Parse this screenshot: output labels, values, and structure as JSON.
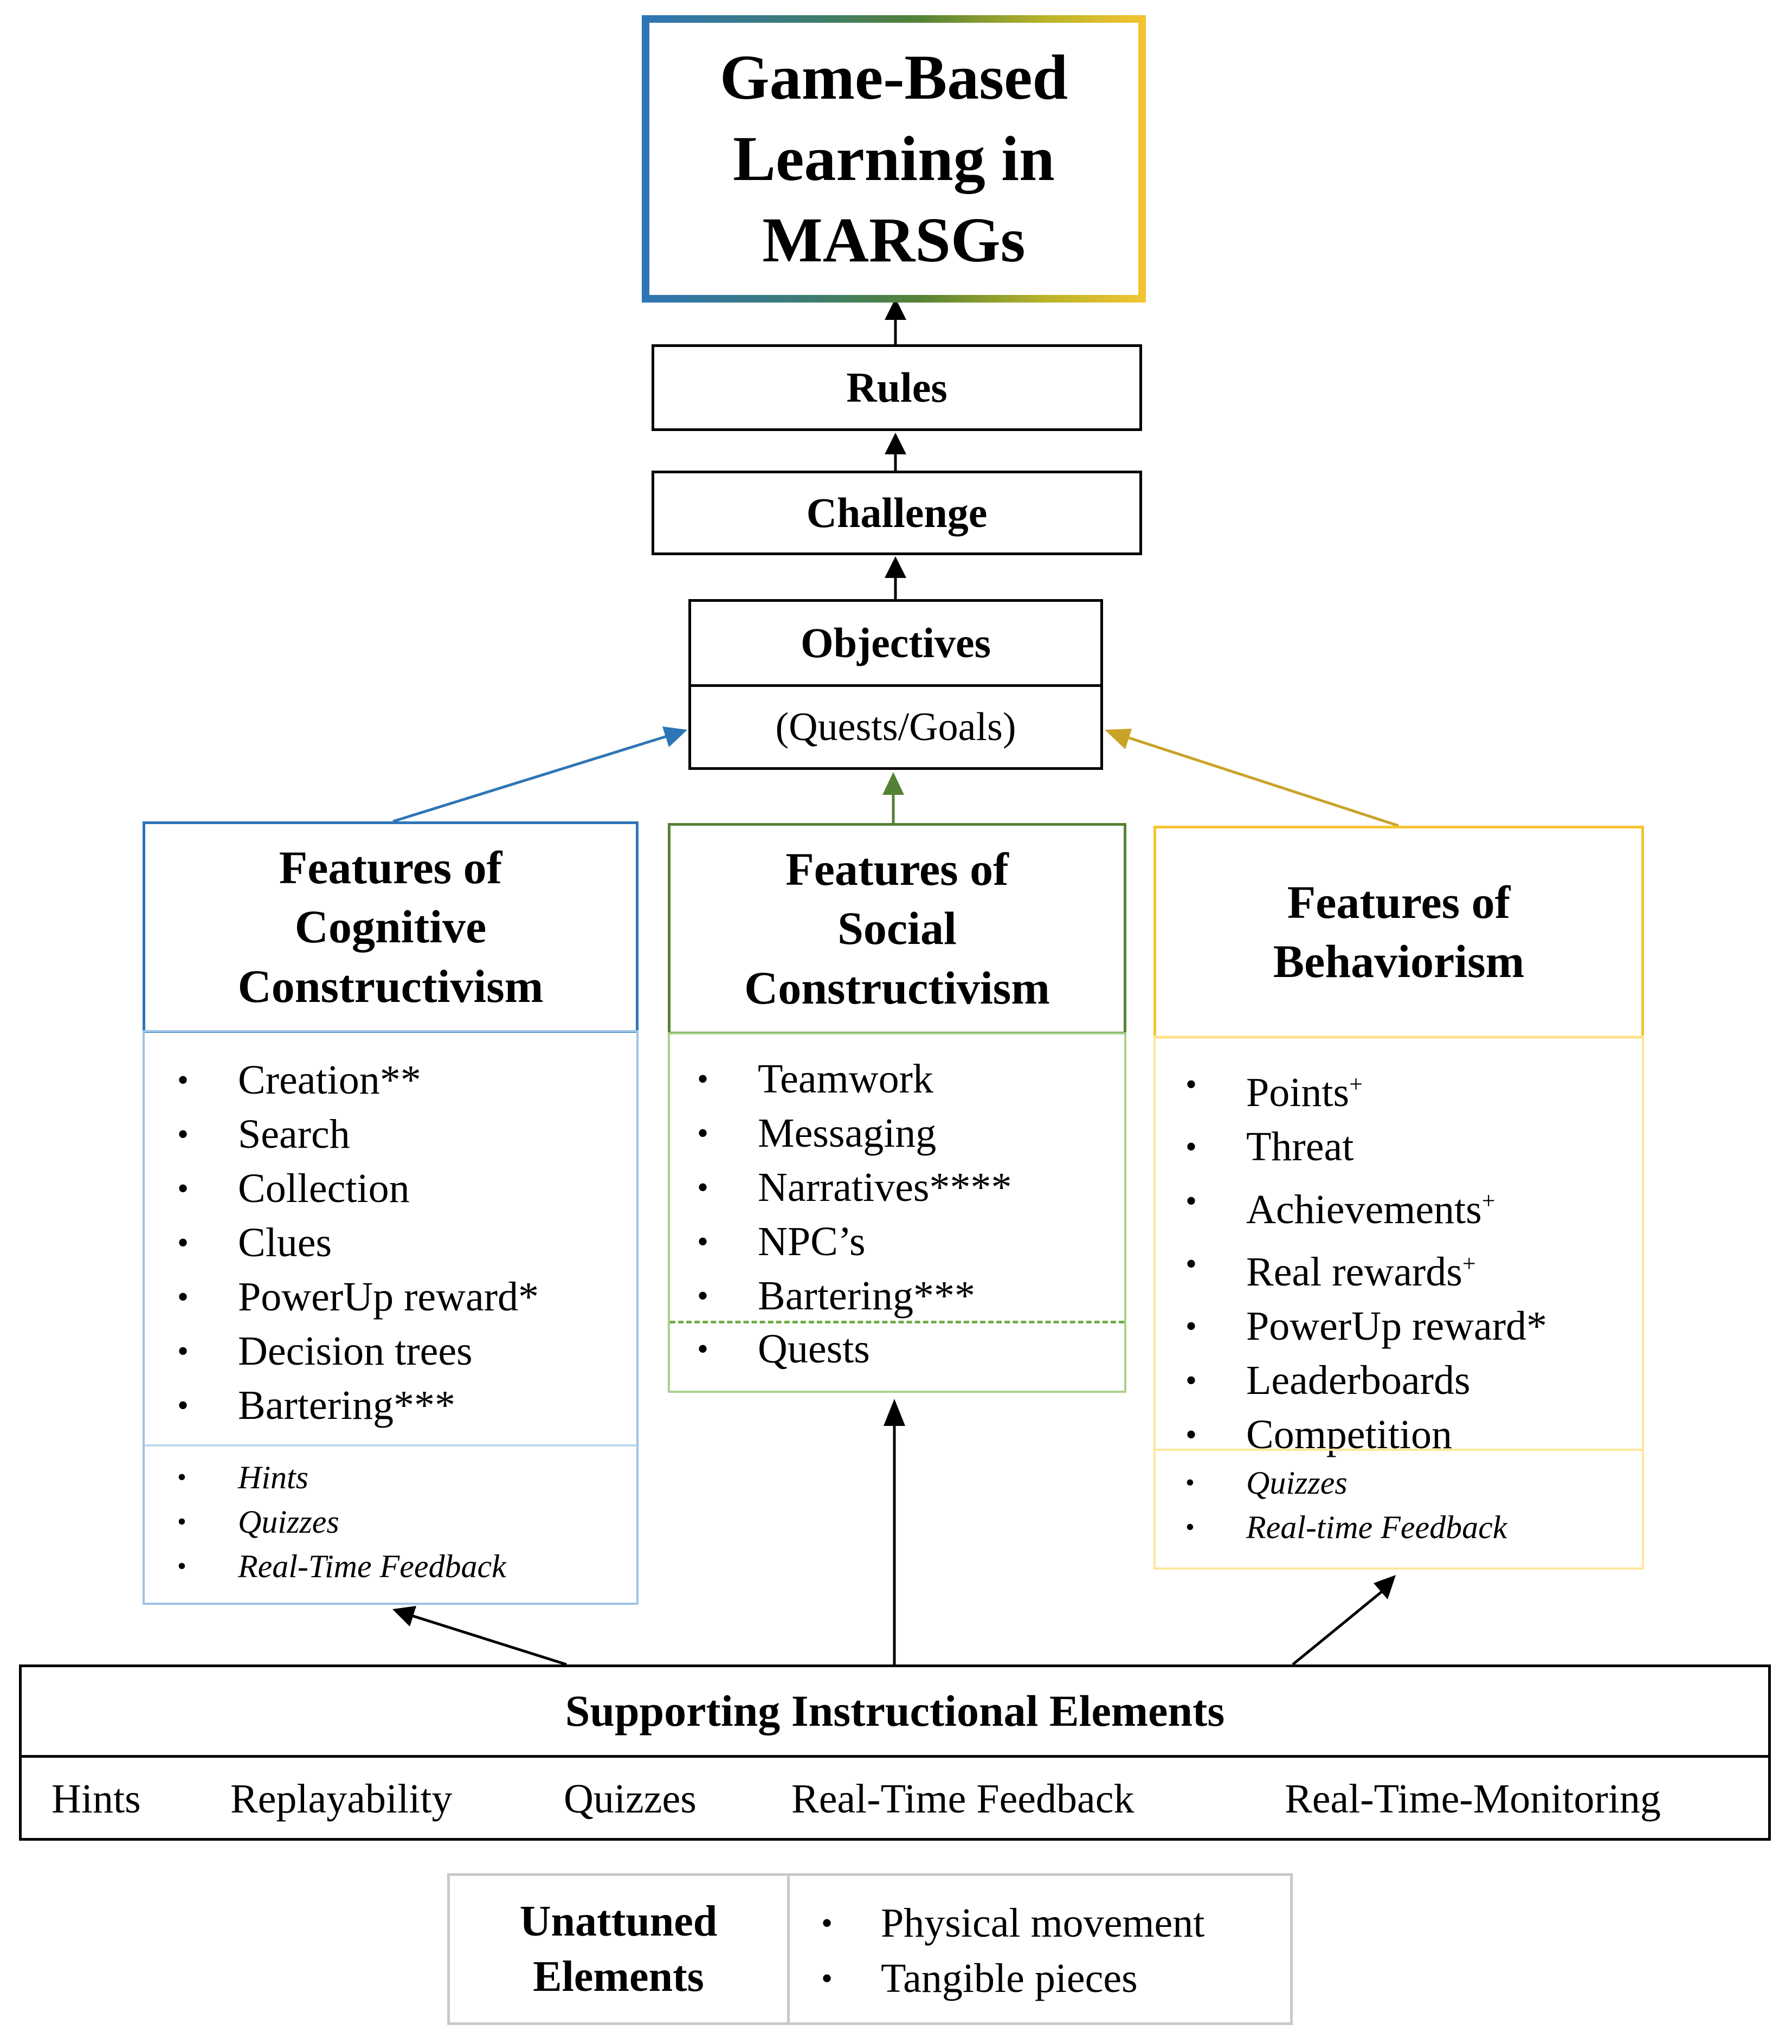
{
  "title": {
    "line1": "Game-Based",
    "line2": "Learning in",
    "line3": "MARSGs"
  },
  "rules": "Rules",
  "challenge": "Challenge",
  "objectives": {
    "title": "Objectives",
    "subtitle": "(Quests/Goals)"
  },
  "cognitive": {
    "title": [
      "Features of",
      "Cognitive",
      "Constructivism"
    ],
    "items": [
      "Creation**",
      "Search",
      "Collection",
      "Clues",
      "PowerUp reward*",
      "Decision trees",
      "Bartering***"
    ],
    "support_items": [
      "Hints",
      "Quizzes",
      "Real-Time Feedback"
    ]
  },
  "social": {
    "title": [
      "Features of",
      "Social",
      "Constructivism"
    ],
    "items": [
      "Teamwork",
      "Messaging",
      "Narratives****",
      "NPC’s",
      "Bartering***"
    ],
    "extra_items": [
      "Quests"
    ]
  },
  "behaviorism": {
    "title": [
      "Features of",
      "Behaviorism"
    ],
    "items": [
      "Points",
      "Threat",
      "Achievements",
      "Real rewards",
      "PowerUp reward*",
      "Leaderboards",
      "Competition"
    ],
    "plus_mark": "+",
    "support_items": [
      "Quizzes",
      "Real-time Feedback"
    ]
  },
  "supporting": {
    "title": "Supporting Instructional Elements",
    "items": [
      "Hints",
      "Replayability",
      "Quizzes",
      "Real-Time Feedback",
      "Real-Time-Monitoring"
    ]
  },
  "unattuned": {
    "title": [
      "Unattuned",
      "Elements"
    ],
    "items": [
      "Physical movement",
      "Tangible pieces"
    ]
  },
  "bullet": "•",
  "colors": {
    "cognitive": "#2e75b6",
    "social": "#548235",
    "behaviorism": "#f4c430",
    "title_gradient": [
      "#2e75b6",
      "#548235",
      "#f4c430"
    ]
  }
}
